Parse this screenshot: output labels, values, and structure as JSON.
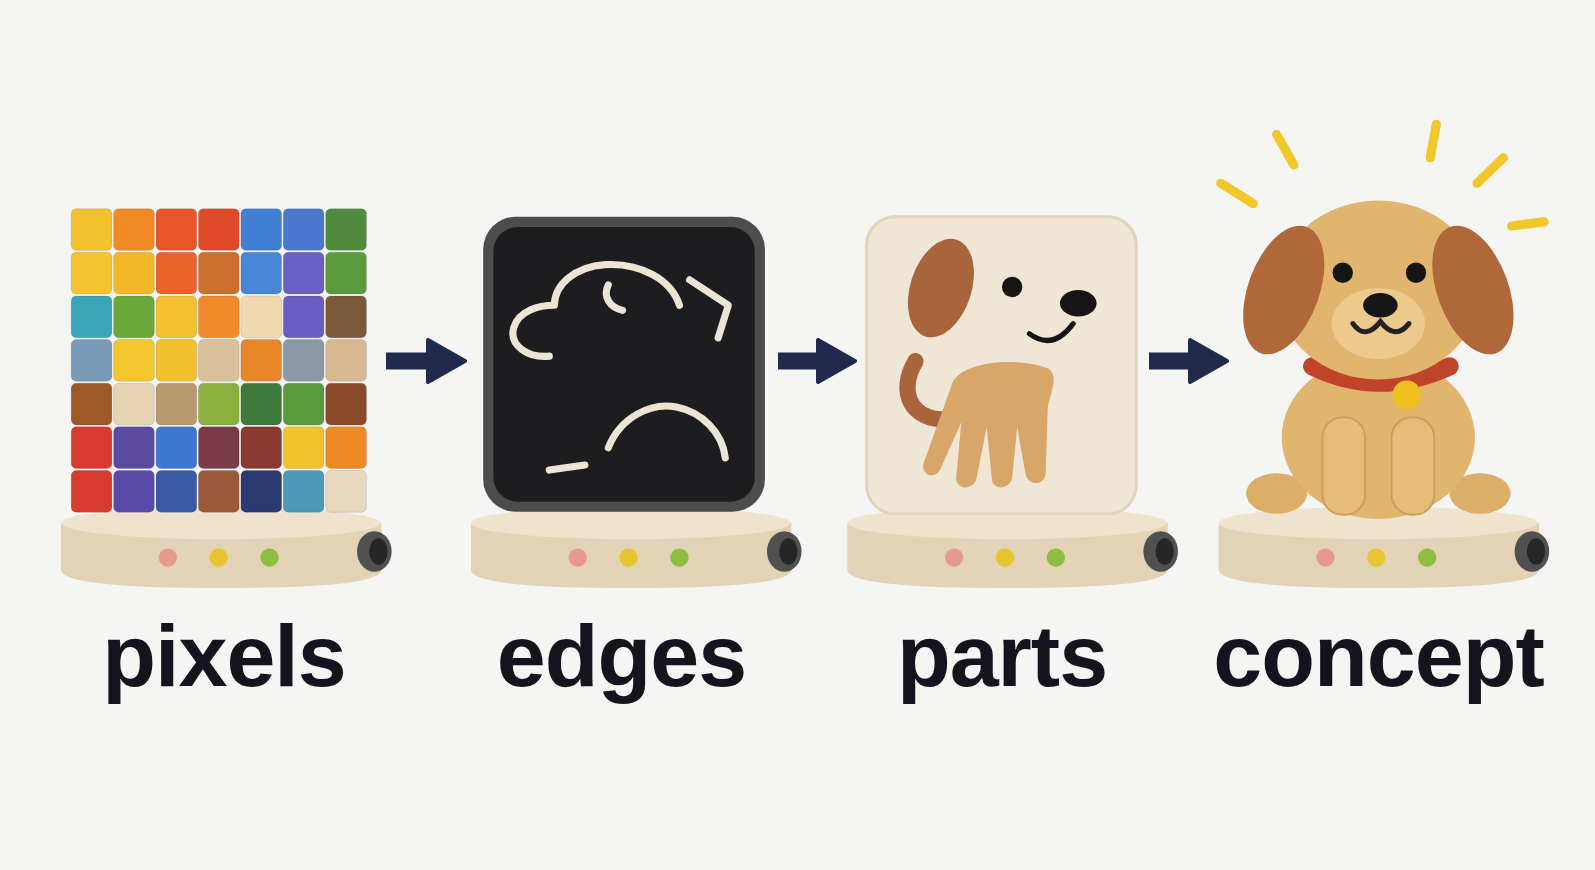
{
  "diagram": {
    "nodes": [
      {
        "text": [
          "pixels"
        ]
      },
      {
        "text": [
          "edges"
        ]
      },
      {
        "text": [
          "parts"
        ]
      },
      {
        "text": [
          "concept"
        ]
      }
    ],
    "edges": [
      {
        "from": 0,
        "to": 1,
        "arrow": "to"
      },
      {
        "from": 1,
        "to": 2,
        "arrow": "to"
      },
      {
        "from": 2,
        "to": 3,
        "arrow": "to"
      }
    ]
  }
}
